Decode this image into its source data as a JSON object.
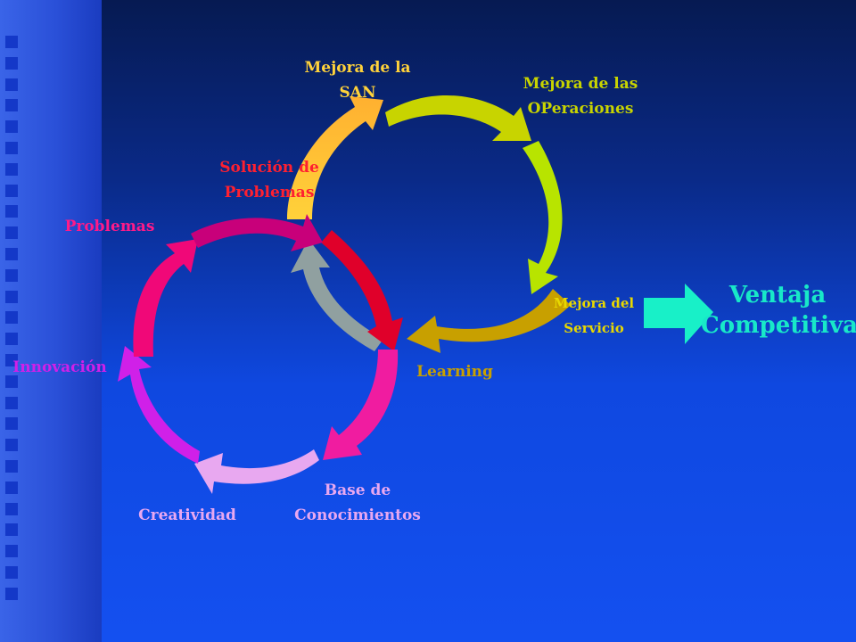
{
  "colors": {
    "background_top": "#061a52",
    "background_bottom": "#1450f0",
    "outcome_arrow": "#18f0c8"
  },
  "labels": {
    "mejora_san": "Mejora de la\nSAN",
    "mejora_operaciones": "Mejora de las\nOPeraciones",
    "solucion_problemas": "Solución de\nProblemas",
    "problemas": "Problemas",
    "mejora_servicio": "Mejora del\nServicio",
    "innovacion": "Innovación",
    "learning": "Learning",
    "base_conocimientos": "Base de\nConocimientos",
    "creatividad": "Creatividad",
    "ventaja_competitiva": "Ventaja\nCompetitiva"
  }
}
